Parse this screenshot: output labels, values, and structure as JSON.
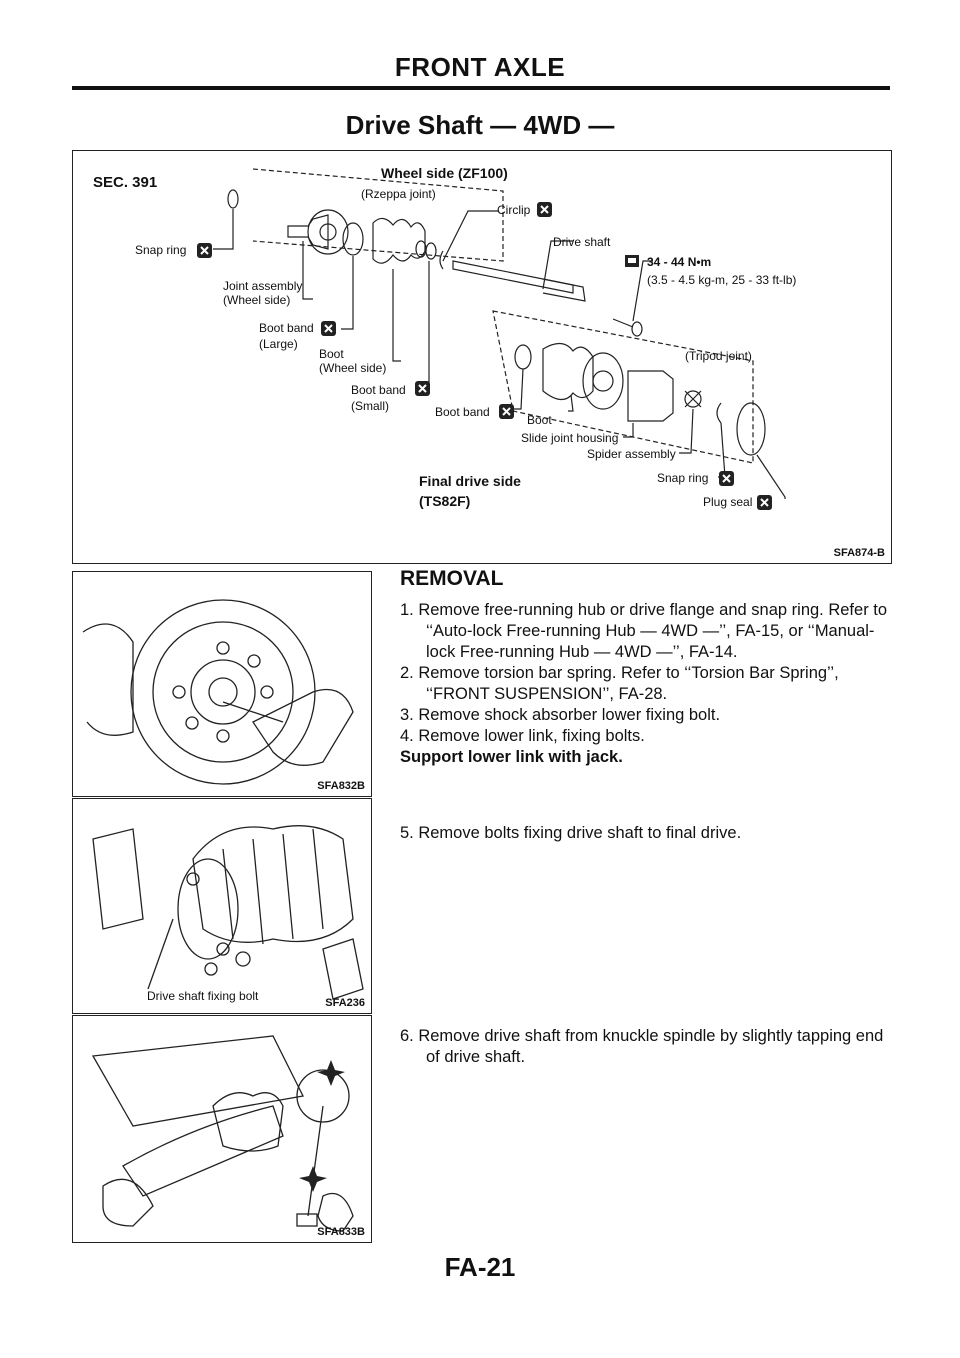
{
  "header": {
    "section": "FRONT AXLE"
  },
  "page_title": "Drive Shaft — 4WD —",
  "diagram": {
    "sec": "SEC. 391",
    "wheel_side": "Wheel side (ZF100)",
    "rzeppa": "(Rzeppa joint)",
    "circlip": "Circlip",
    "drive_shaft": "Drive shaft",
    "torque_line1": "34 - 44 N•m",
    "torque_line2": "(3.5 - 4.5 kg-m, 25 - 33 ft-lb)",
    "snap_ring_wheel": "Snap ring",
    "joint_assembly": "Joint assembly\n(Wheel side)",
    "boot_band_large": "Boot band",
    "boot_band_large_sub": "(Large)",
    "boot_wheel": "Boot\n(Wheel side)",
    "boot_band_small": "Boot band",
    "boot_band_small_sub": "(Small)",
    "tripod": "(Tripod joint)",
    "boot_band": "Boot band",
    "boot": "Boot",
    "slide_housing": "Slide joint housing",
    "spider": "Spider assembly",
    "final_drive": "Final drive side\n(TS82F)",
    "snap_ring_final": "Snap ring",
    "plug_seal": "Plug seal",
    "code": "SFA874-B"
  },
  "removal": {
    "title": "REMOVAL",
    "step1": "1. Remove free-running hub or drive flange and snap ring. Refer to ‘‘Auto-lock Free-running Hub — 4WD —’’, FA-15, or ‘‘Manual-lock Free-running Hub — 4WD —’’, FA-14.",
    "step2": "2. Remove torsion bar spring. Refer to ‘‘Torsion Bar Spring’’, ‘‘FRONT SUSPENSION’’, FA-28.",
    "step3": "3. Remove shock absorber lower fixing bolt.",
    "step4": "4. Remove lower link, fixing bolts.",
    "support_note": "Support lower link with jack.",
    "step5": "5. Remove bolts fixing drive shaft to final drive.",
    "step6": "6. Remove drive shaft from knuckle spindle by slightly tapping end of drive shaft."
  },
  "figures": {
    "fig1_code": "SFA832B",
    "fig2_code": "SFA236",
    "fig2_label": "Drive shaft fixing bolt",
    "fig3_code": "SFA833B"
  },
  "footer": {
    "page": "FA-21"
  }
}
